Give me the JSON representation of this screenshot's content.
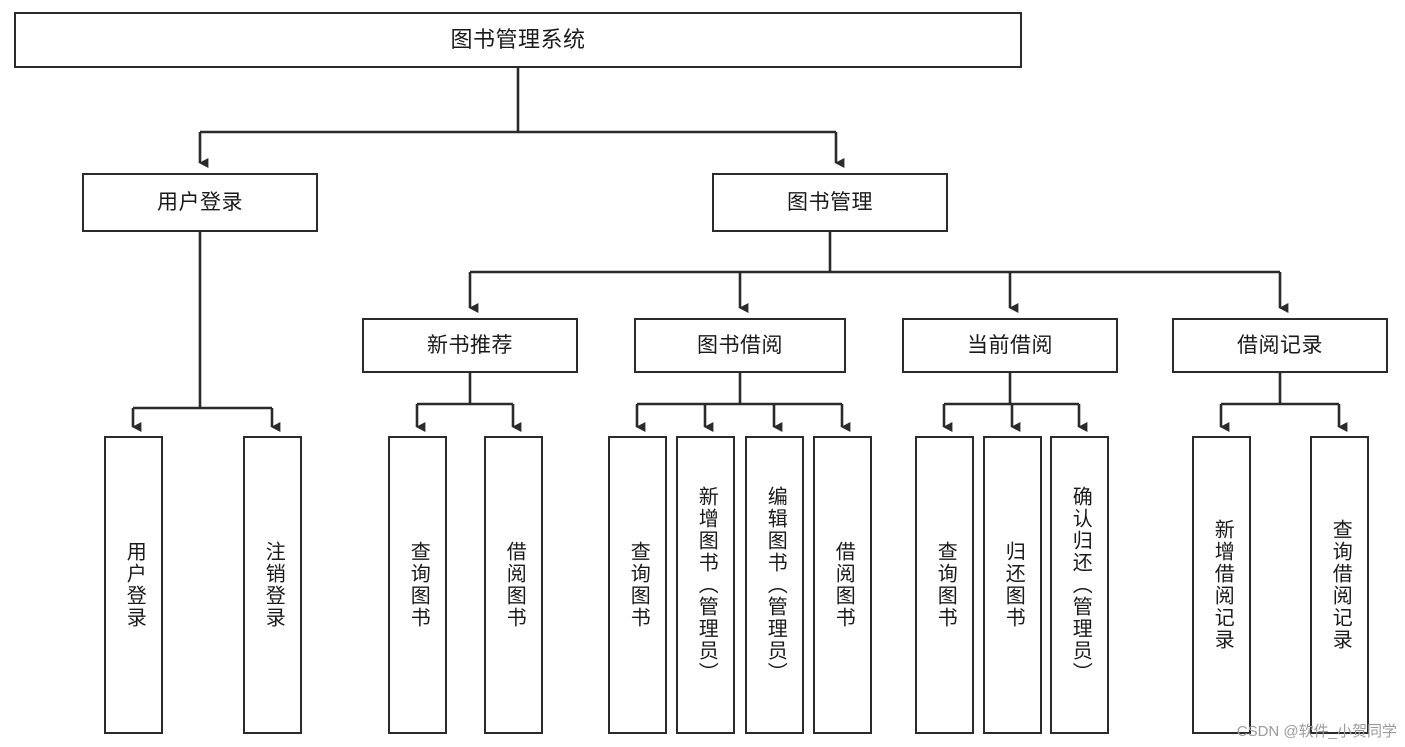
{
  "diagram": {
    "type": "tree",
    "title": "图书管理系统",
    "root": {
      "id": "root",
      "label": "图书管理系统"
    },
    "tier1": [
      {
        "id": "user-login",
        "label": "用户登录"
      },
      {
        "id": "book-manage",
        "label": "图书管理"
      }
    ],
    "tier2": [
      {
        "id": "new-book-rec",
        "label": "新书推荐"
      },
      {
        "id": "book-borrow",
        "label": "图书借阅"
      },
      {
        "id": "current-borrow",
        "label": "当前借阅"
      },
      {
        "id": "borrow-record",
        "label": "借阅记录"
      }
    ],
    "leaves": {
      "user_login": [
        {
          "id": "leaf-user-login",
          "label": "用户登录"
        },
        {
          "id": "leaf-logout",
          "label": "注销登录"
        }
      ],
      "new_book_rec": [
        {
          "id": "leaf-query-book-1",
          "label": "查询图书"
        },
        {
          "id": "leaf-borrow-book-1",
          "label": "借阅图书"
        }
      ],
      "book_borrow": [
        {
          "id": "leaf-query-book-2",
          "label": "查询图书"
        },
        {
          "id": "leaf-add-book",
          "label": "新增图书（管理员）"
        },
        {
          "id": "leaf-edit-book",
          "label": "编辑图书（管理员）"
        },
        {
          "id": "leaf-borrow-book-2",
          "label": "借阅图书"
        }
      ],
      "current_borrow": [
        {
          "id": "leaf-query-book-3",
          "label": "查询图书"
        },
        {
          "id": "leaf-return-book",
          "label": "归还图书"
        },
        {
          "id": "leaf-confirm-return",
          "label": "确认归还（管理员）"
        }
      ],
      "borrow_record": [
        {
          "id": "leaf-add-record",
          "label": "新增借阅记录"
        },
        {
          "id": "leaf-query-record",
          "label": "查询借阅记录"
        }
      ]
    }
  },
  "watermark": {
    "text": "CSDN @软件_小贺同学"
  },
  "colors": {
    "border": "#2b2b2b",
    "fill": "#ffffff",
    "text": "#1a1a1a",
    "wire": "#2b2b2b",
    "watermark": "#9b9b9b"
  }
}
